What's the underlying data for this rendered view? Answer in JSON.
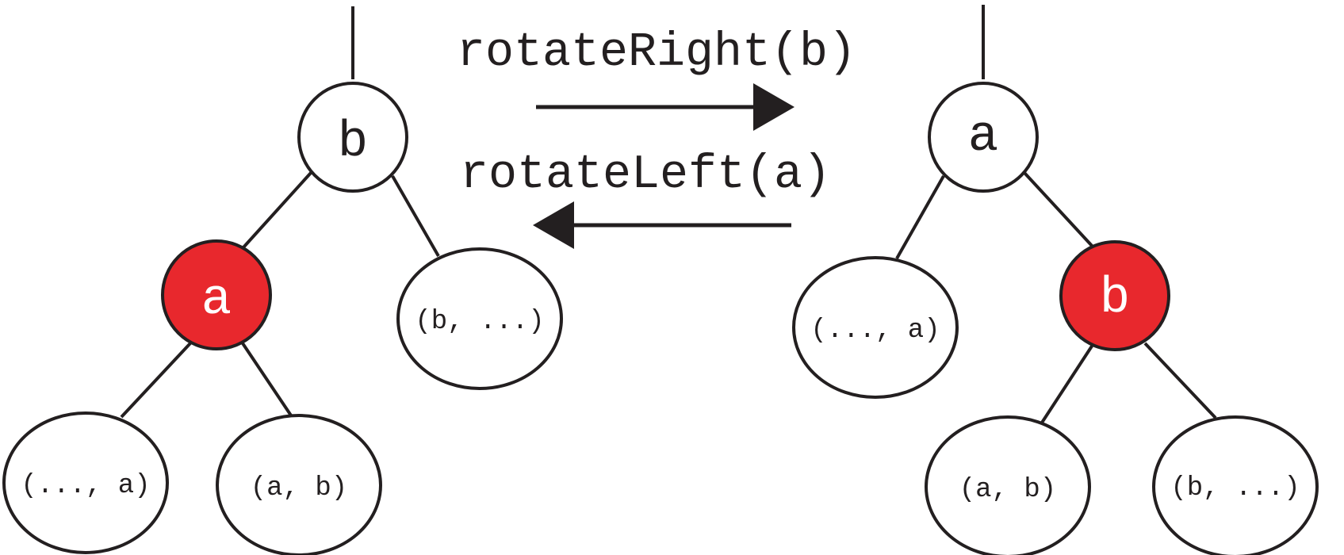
{
  "colors": {
    "stroke": "#231f20",
    "highlight": "#e8282d",
    "node_fill": "#ffffff",
    "text_dark": "#231f20",
    "text_light": "#ffffff"
  },
  "operations": {
    "rotate_right": "rotateRight(b)",
    "rotate_left": "rotateLeft(a)"
  },
  "left_tree": {
    "root": "b",
    "left_child": "a",
    "right_subtree": "(b, ...)",
    "left_left_subtree": "(..., a)",
    "left_right_subtree": "(a, b)"
  },
  "right_tree": {
    "root": "a",
    "left_subtree": "(..., a)",
    "right_child": "b",
    "right_left_subtree": "(a, b)",
    "right_right_subtree": "(b, ...)"
  }
}
